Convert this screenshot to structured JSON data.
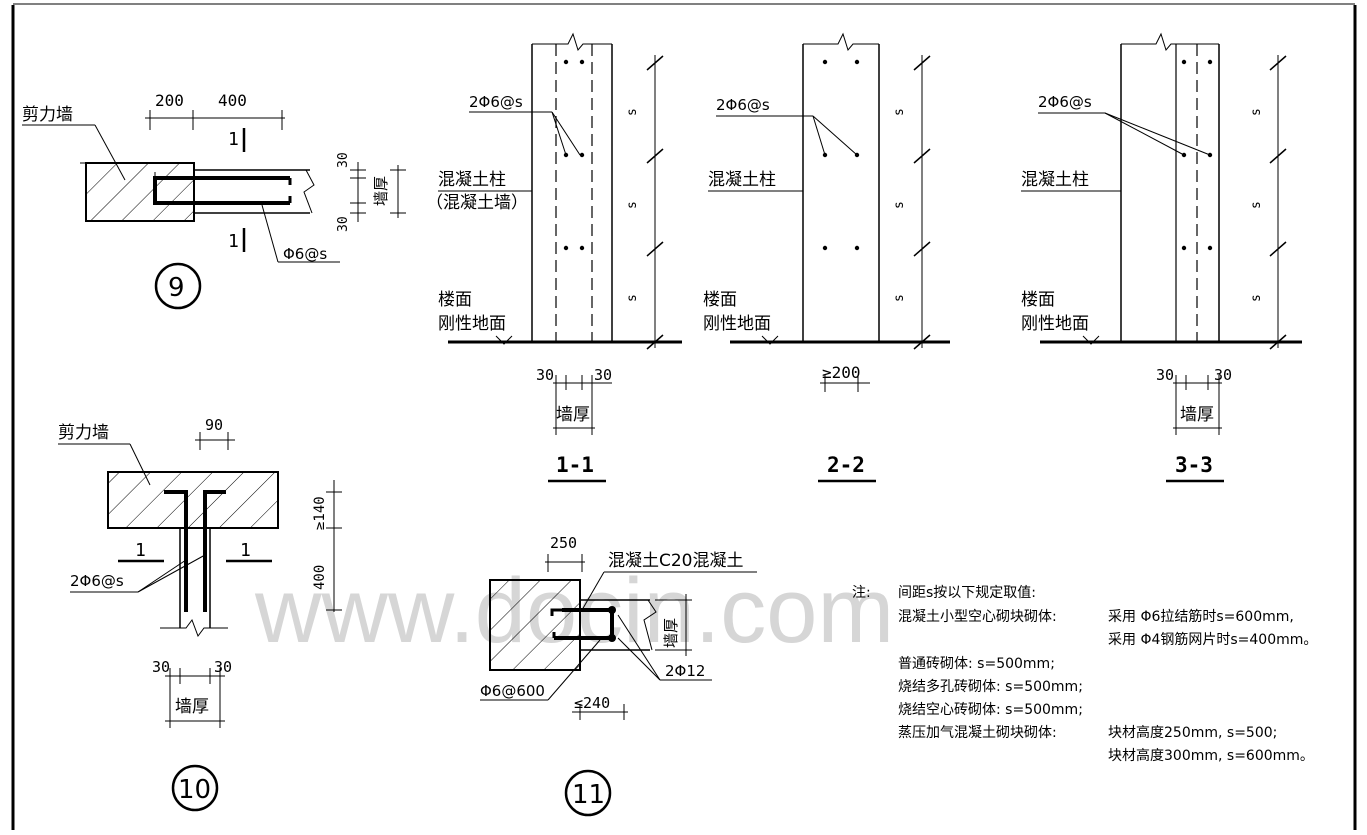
{
  "watermark": "www.docin.com",
  "detail9": {
    "label_wall": "剪力墙",
    "dim_200": "200",
    "dim_400": "400",
    "section_mark": "1",
    "dim_30a": "30",
    "dim_30b": "30",
    "wall_thickness": "墙厚",
    "rebar": "Φ6@s",
    "number": "9"
  },
  "section11": {
    "rebar": "2Φ6@s",
    "label_col": "混凝土柱",
    "label_col2": "（混凝土墙）",
    "floor1": "楼面",
    "floor2": "刚性地面",
    "dim_30a": "30",
    "dim_30b": "30",
    "wall_thickness": "墙厚",
    "spacing": "s",
    "title": "1-1"
  },
  "section22": {
    "rebar": "2Φ6@s",
    "label_col": "混凝土柱",
    "floor1": "楼面",
    "floor2": "刚性地面",
    "dim_200": "≥200",
    "spacing": "s",
    "title": "2-2"
  },
  "section33": {
    "rebar": "2Φ6@s",
    "label_col": "混凝土柱",
    "floor1": "楼面",
    "floor2": "刚性地面",
    "dim_30a": "30",
    "dim_30b": "30",
    "wall_thickness": "墙厚",
    "spacing": "s",
    "title": "3-3"
  },
  "detail10": {
    "label_wall": "剪力墙",
    "dim_90": "90",
    "dim_140": "≥140",
    "dim_400": "400",
    "section_mark": "1",
    "rebar": "2Φ6@s",
    "dim_30a": "30",
    "dim_30b": "30",
    "wall_thickness": "墙厚",
    "number": "10"
  },
  "detail11": {
    "dim_250": "250",
    "label_concrete": "混凝土C20混凝土",
    "wall_thickness": "墙厚",
    "rebar_main": "2Φ12",
    "rebar_tie": "Φ6@600",
    "dim_240": "≤240",
    "number": "11"
  },
  "notes": {
    "heading": "注:",
    "line0": "间距s按以下规定取值:",
    "line1a": "混凝土小型空心砌块砌体:",
    "line1b": "采用 Φ6拉结筋时s=600mm,",
    "line1c": "采用 Φ4钢筋网片时s=400mm。",
    "line2": "普通砖砌体: s=500mm;",
    "line3": "烧结多孔砖砌体: s=500mm;",
    "line4": "烧结空心砖砌体: s=500mm;",
    "line5a": "蒸压加气混凝土砌块砌体:",
    "line5b": "块材高度250mm, s=500;",
    "line5c": "块材高度300mm, s=600mm。"
  }
}
